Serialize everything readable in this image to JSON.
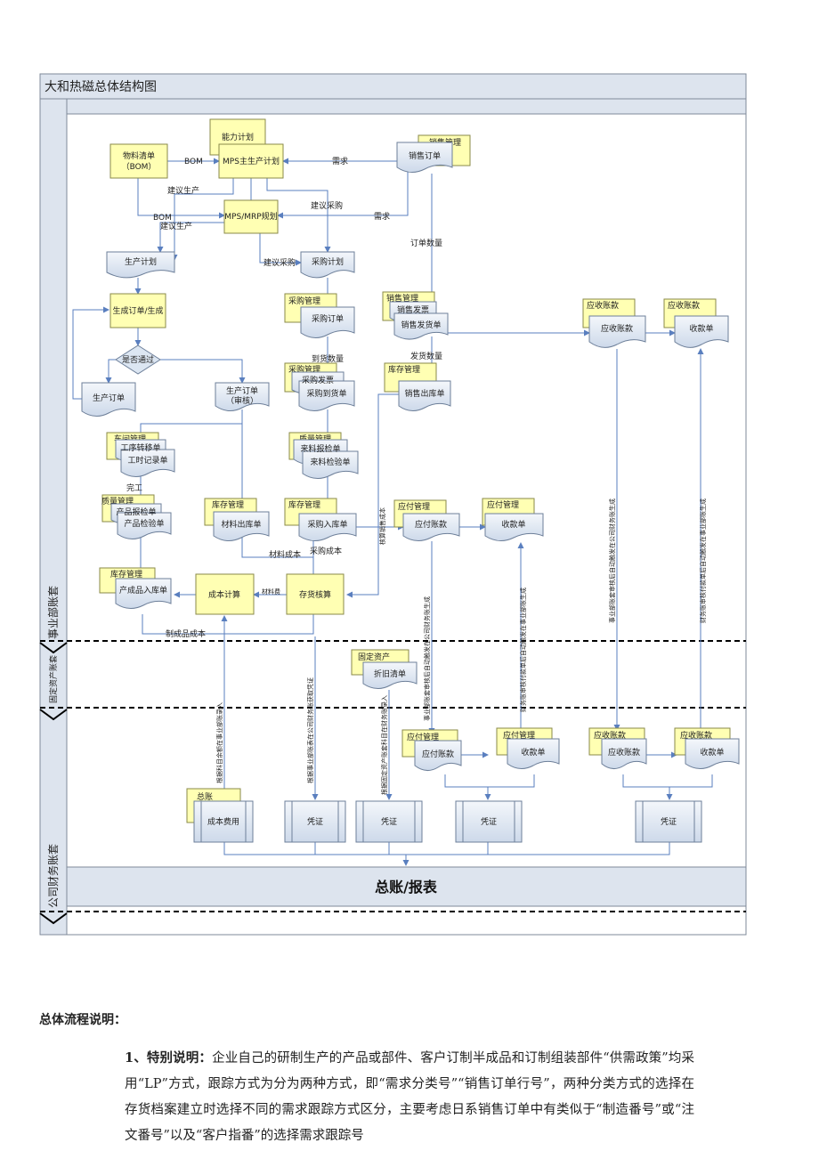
{
  "diagram": {
    "title": "大和热磁总体结构图",
    "lanes": {
      "business": "事业部账套",
      "fixed_assets": "固定资产账套",
      "company": "公司财务账套"
    },
    "gl_report": "总账/报表",
    "nodes": {
      "capacity_plan": "能力计划",
      "bom_line1": "物料清单",
      "bom_line2": "（BOM）",
      "mps": "MPS主生产计划",
      "sales_mgmt": "销售管理",
      "sales_order": "销售订单",
      "mps_mrp": "MPS/MRP规划",
      "production_plan": "生产计划",
      "purchase_plan": "采购计划",
      "create_order": "生成订单/生成",
      "purchase_mgmt": "采购管理",
      "purchase_order": "采购订单",
      "sales_mgmt2": "销售管理",
      "sales_invoice": "销售发票",
      "sales_delivery": "销售发货单",
      "ar_mgmt1": "应收账款",
      "ar_doc1": "应收账款",
      "ar_mgmt2": "应收账款",
      "receipt1": "收款单",
      "pass_check": "是否通过",
      "prod_order_left": "生产订单",
      "prod_order_audit_line1": "生产订单",
      "prod_order_audit_line2": "（审核）",
      "purchase_mgmt2": "采购管理",
      "purchase_invoice": "采购发票",
      "purchase_arrival": "采购到货单",
      "inventory_mgmt1": "库存管理",
      "sales_outbound": "销售出库单",
      "workshop_mgmt": "车间管理",
      "process_transfer": "工序转移单",
      "work_hours": "工时记录单",
      "quality_mgmt1": "质量管理",
      "incoming_report": "来料报检单",
      "incoming_inspection": "来料检验单",
      "finish": "完工",
      "quality_mgmt2": "质量管理",
      "product_report": "产品报检单",
      "product_inspection": "产品检验单",
      "inventory_mgmt2": "库存管理",
      "material_out": "材料出库单",
      "inventory_mgmt3": "库存管理",
      "purchase_in": "采购入库单",
      "ap_mgmt1": "应付管理",
      "ap_doc1": "应付账款",
      "ap_mgmt2": "应付管理",
      "payment1": "收款单",
      "inventory_mgmt4": "库存管理",
      "product_in": "产成品入库单",
      "cost_calc": "成本计算",
      "inventory_acct": "存货核算",
      "fixed_asset": "固定资产",
      "depreciation": "折旧清单",
      "ap_mgmt3": "应付管理",
      "ap_doc2": "应付账款",
      "ap_mgmt4": "应付管理",
      "payment2": "收款单",
      "ar_mgmt3": "应收账款",
      "ar_doc2": "应收账款",
      "ar_mgmt4": "应收账款",
      "receipt2": "收款单",
      "general_ledger": "总账",
      "cost_expense": "成本费用",
      "voucher": "凭证"
    },
    "edges": {
      "bom": "BOM",
      "demand": "需求",
      "suggest_production": "建议生产",
      "suggest_purchase": "建议采购",
      "demand2": "需求",
      "bom2": "BOM",
      "suggest_production2": "建议生产",
      "suggest_purchase2": "建议采购",
      "order_qty": "订单数量",
      "arrival_qty": "到货数量",
      "delivery_qty": "发货数量",
      "material_cost": "材料成本",
      "purchase_cost": "采购成本",
      "material_fee": "材料费",
      "finished_cost": "制成品成本",
      "sales_cost_calc": "核算销售成本",
      "v_cost_entry": "根据科目余额在事业部账录入",
      "v_voucher_import": "根据事业部账表在公司财务账获取凭证",
      "v_fixed_asset": "根据固定资产账套科目在财务账录入",
      "v_ap_auto": "事业部账套审核后自动触发在公司财务账生成",
      "v_pay_auto": "财务账审核付款单后自动触发在事业部账生成",
      "v_ar_auto": "事业部账套审核后自动触发在公司财务账生成",
      "v_rec_auto": "财务账审核付款单后自动触发在事业部账生成"
    }
  },
  "text": {
    "heading": "总体流程说明：",
    "p1_label": "1、特别说明：",
    "p1_body": "企业自己的研制生产的产品或部件、客户订制半成品和订制组装部件“供需政策”均采用“LP”方式，跟踪方式为分为两种方式，即“需求分类号”“销售订单行号”，两种分类方式的选择在存货档案建立时选择不同的需求跟踪方式区分，主要考虑日系销售订单中有类似于“制造番号”或“注文番号”以及“客户指番”的选择需求跟踪号"
  },
  "colors": {
    "frame": "#7f8a99",
    "lane_fill": "#dde4ee",
    "yellow": "#ffffb3",
    "doc_fill": "#dce6f2",
    "doc_stroke": "#6d7f99",
    "arrow": "#5a7fbf"
  }
}
